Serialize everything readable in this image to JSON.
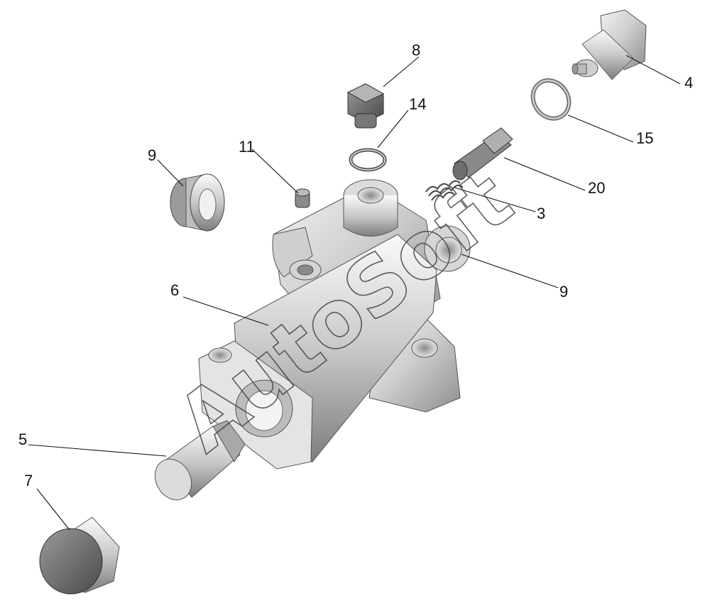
{
  "watermark": "AutoSoft",
  "callouts": {
    "c4": "4",
    "c8": "8",
    "c14": "14",
    "c15": "15",
    "c11": "11",
    "c9_left": "9",
    "c20": "20",
    "c3": "3",
    "c9_right": "9",
    "c6": "6",
    "c5": "5",
    "c7": "7"
  }
}
